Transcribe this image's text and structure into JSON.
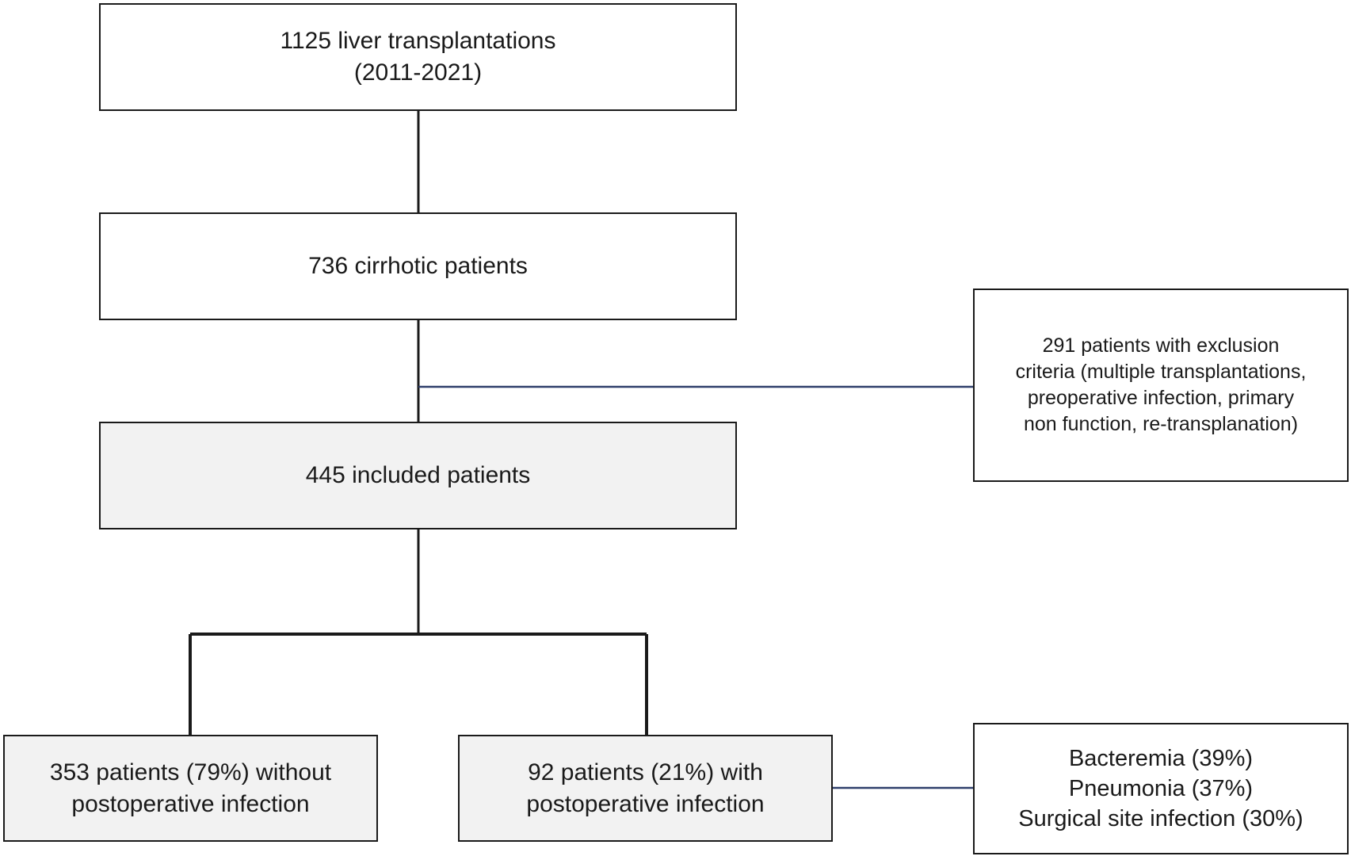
{
  "flow": {
    "total": {
      "line1": "1125 liver transplantations",
      "line2": "(2011-2021)"
    },
    "cirrhotic": {
      "label": "736 cirrhotic patients"
    },
    "excluded": {
      "line1": "291 patients with exclusion",
      "line2": "criteria (multiple transplantations,",
      "line3": "preoperative infection, primary",
      "line4": "non function, re-transplanation)"
    },
    "included": {
      "label": "445 included patients"
    },
    "no_infection": {
      "line1": "353 patients (79%) without",
      "line2": "postoperative infection"
    },
    "infection": {
      "line1": "92 patients (21%) with",
      "line2": "postoperative infection"
    },
    "infection_types": {
      "line1": "Bacteremia (39%)",
      "line2": "Pneumonia (37%)",
      "line3": "Surgical site infection (30%)"
    }
  },
  "colors": {
    "box_border": "#1a1a1a",
    "shaded_fill": "#f2f2f2",
    "main_connector": "#1a1a1a",
    "side_connector": "#2f3f6b"
  }
}
